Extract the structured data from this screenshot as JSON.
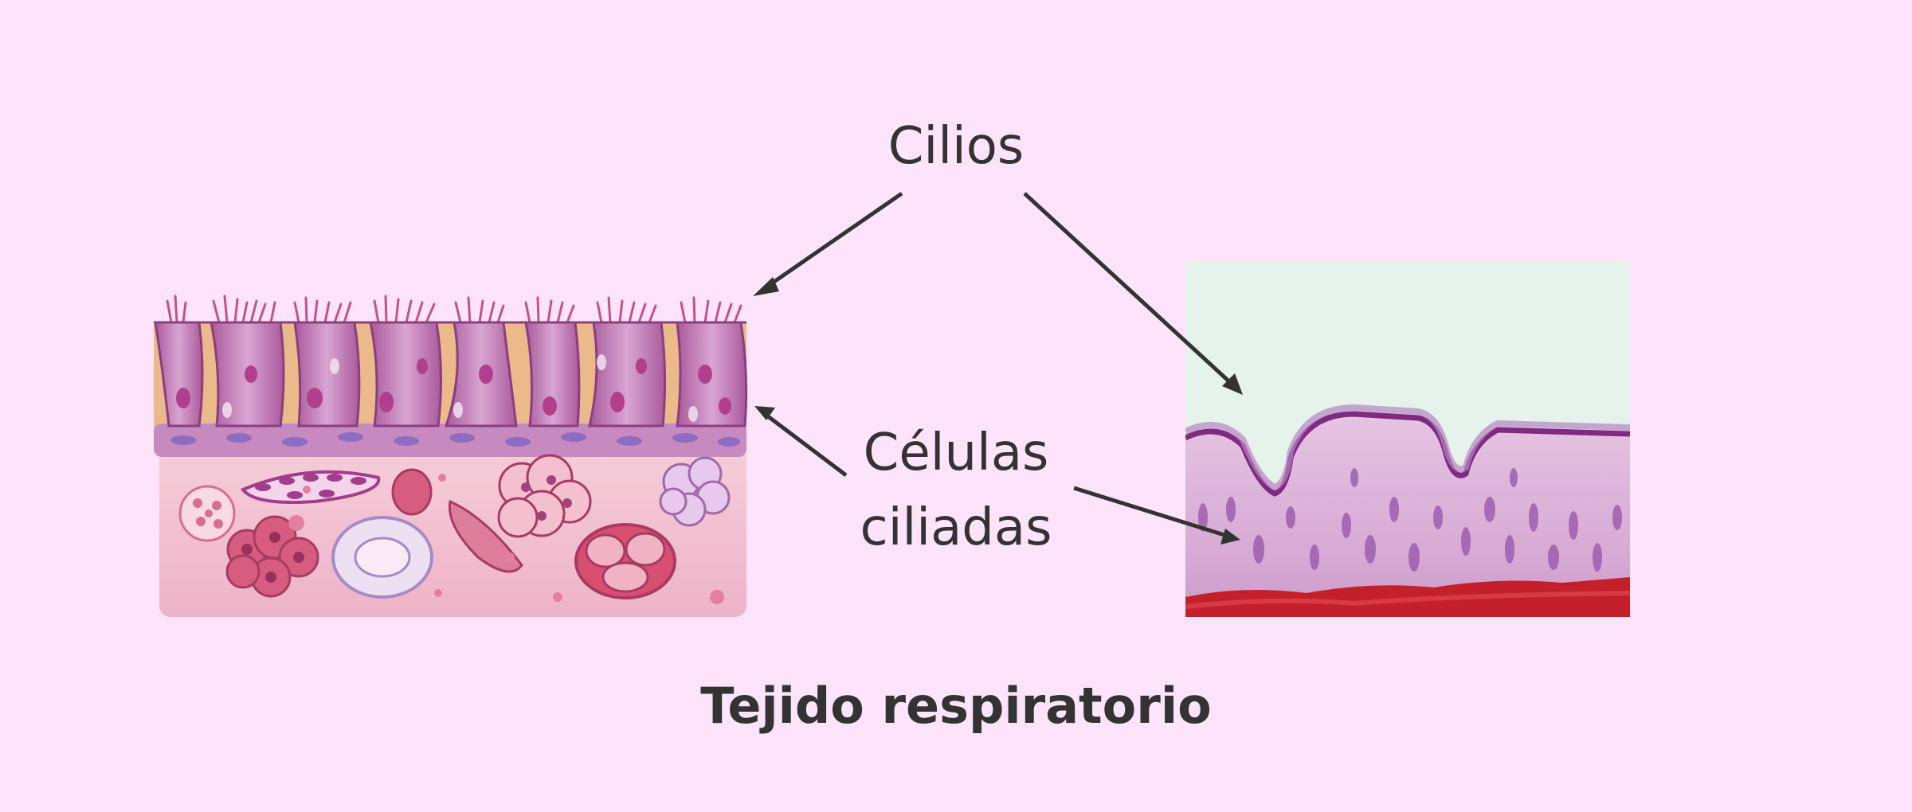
{
  "labels": {
    "cilia": "Cilios",
    "ciliated_cells_line1": "Células",
    "ciliated_cells_line2": "ciliadas"
  },
  "caption": "Tejido respiratorio",
  "colors": {
    "background": "#fde4fa",
    "text": "#333333",
    "epithelium": "#c67ab8",
    "connective": "#f2bfd2",
    "micrograph_lumen": "#e6f2ec",
    "micrograph_tissue": "#e1b8dc",
    "micrograph_blood": "#c4202c"
  },
  "icons": {
    "illustration": "epithelium-illustration",
    "micrograph": "micrograph-image"
  }
}
